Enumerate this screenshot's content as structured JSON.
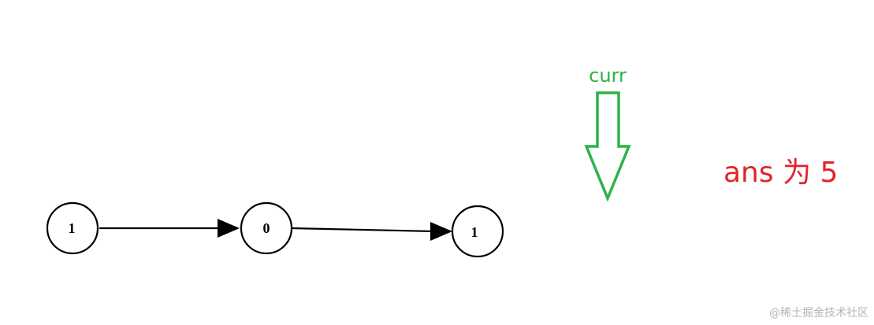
{
  "colors": {
    "node_stroke": "#000000",
    "edge": "#000000",
    "pointer": "#2db34a",
    "answer": "#e0252b",
    "watermark": "#b5b5b5"
  },
  "linked_list": {
    "nodes": [
      {
        "value": "1"
      },
      {
        "value": "0"
      },
      {
        "value": "1"
      }
    ]
  },
  "pointer": {
    "label": "curr",
    "icon": "down-arrow-icon"
  },
  "answer": {
    "text": "ans 为 5"
  },
  "watermark": {
    "text": "@稀土掘金技术社区"
  }
}
